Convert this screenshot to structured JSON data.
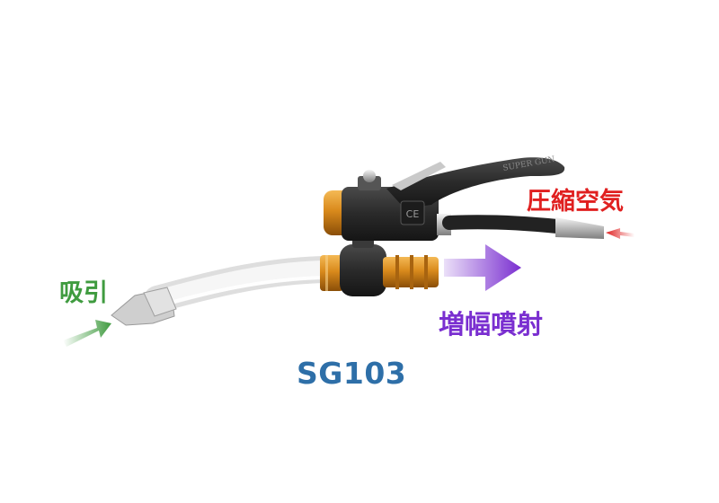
{
  "labels": {
    "suction": "吸引",
    "compressed_air": "圧縮空気",
    "amplified_jet": "増幅噴射",
    "model": "SG103"
  },
  "colors": {
    "suction": "#3f9b3f",
    "compressed_air": "#e02020",
    "amplified_jet": "#7a2fd0",
    "model": "#2e6fa8",
    "brass": "#d98a1c",
    "gun_body": "#2a2a2a"
  },
  "gun_text": "SUPER GUN"
}
